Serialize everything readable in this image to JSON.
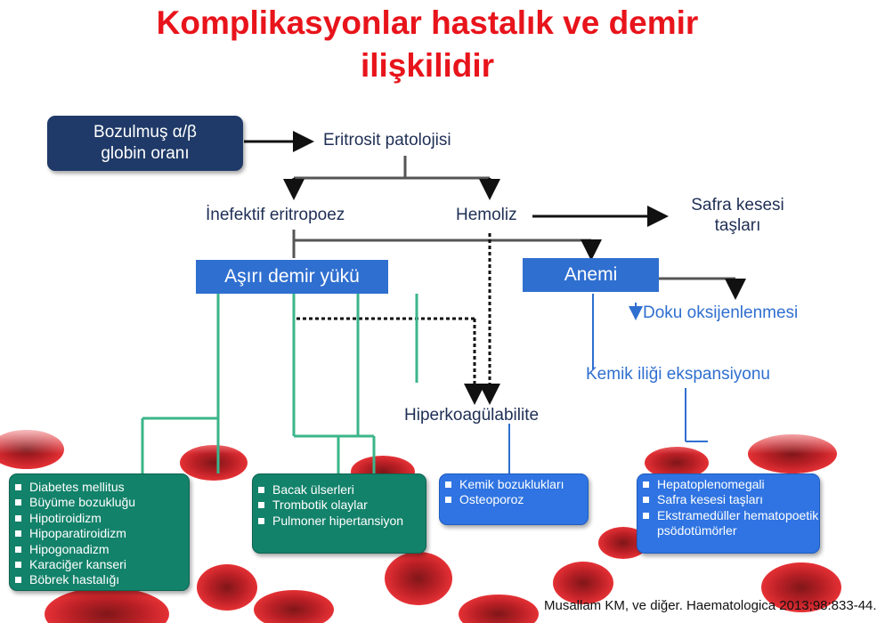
{
  "title_line1": "Komplikasyonlar hastalık ve demir",
  "title_line2": "ilişkilidir",
  "nodes": {
    "bozulmus_line1": "Bozulmuş α/β",
    "bozulmus_line2": "globin oranı",
    "eritrosit": "Eritrosit patolojisi",
    "inefektif": "İnefektif eritropoez",
    "hemoliz": "Hemoliz",
    "safra_line1": "Safra kesesi",
    "safra_line2": "taşları",
    "asiri_demir": "Aşırı demir yükü",
    "anemi": "Anemi",
    "doku": "Doku oksijenlenmesi",
    "kemik_iligi": "Kemik iliği ekspansiyonu",
    "hiperkoagulabilite": "Hiperkoagülabilite"
  },
  "boxes": {
    "endocrine": [
      "Diabetes mellitus",
      "Büyüme bozukluğu",
      "Hipotiroidizm",
      "Hipoparatiroidizm",
      "Hipogonadizm",
      "Karaciğer kanseri",
      "Böbrek hastalığı"
    ],
    "vascular": [
      "Bacak ülserleri",
      "Trombotik olaylar",
      "Pulmoner hipertansiyon"
    ],
    "bone": [
      "Kemik bozuklukları",
      "Osteoporoz"
    ],
    "hepatic": [
      "Hepatoplenomegali",
      "Safra kesesi taşları",
      "Ekstramedüller hematopoetik psödotümörler"
    ]
  },
  "citation": "Musallam KM, ve diğer. Haematologica 2013;98:833-44.",
  "colors": {
    "title": "#e8141b",
    "navy": "#1f3a68",
    "blue": "#2f6fd0",
    "green": "#13826a",
    "blood": "#c8141b",
    "connector_green": "#3bb58a"
  }
}
